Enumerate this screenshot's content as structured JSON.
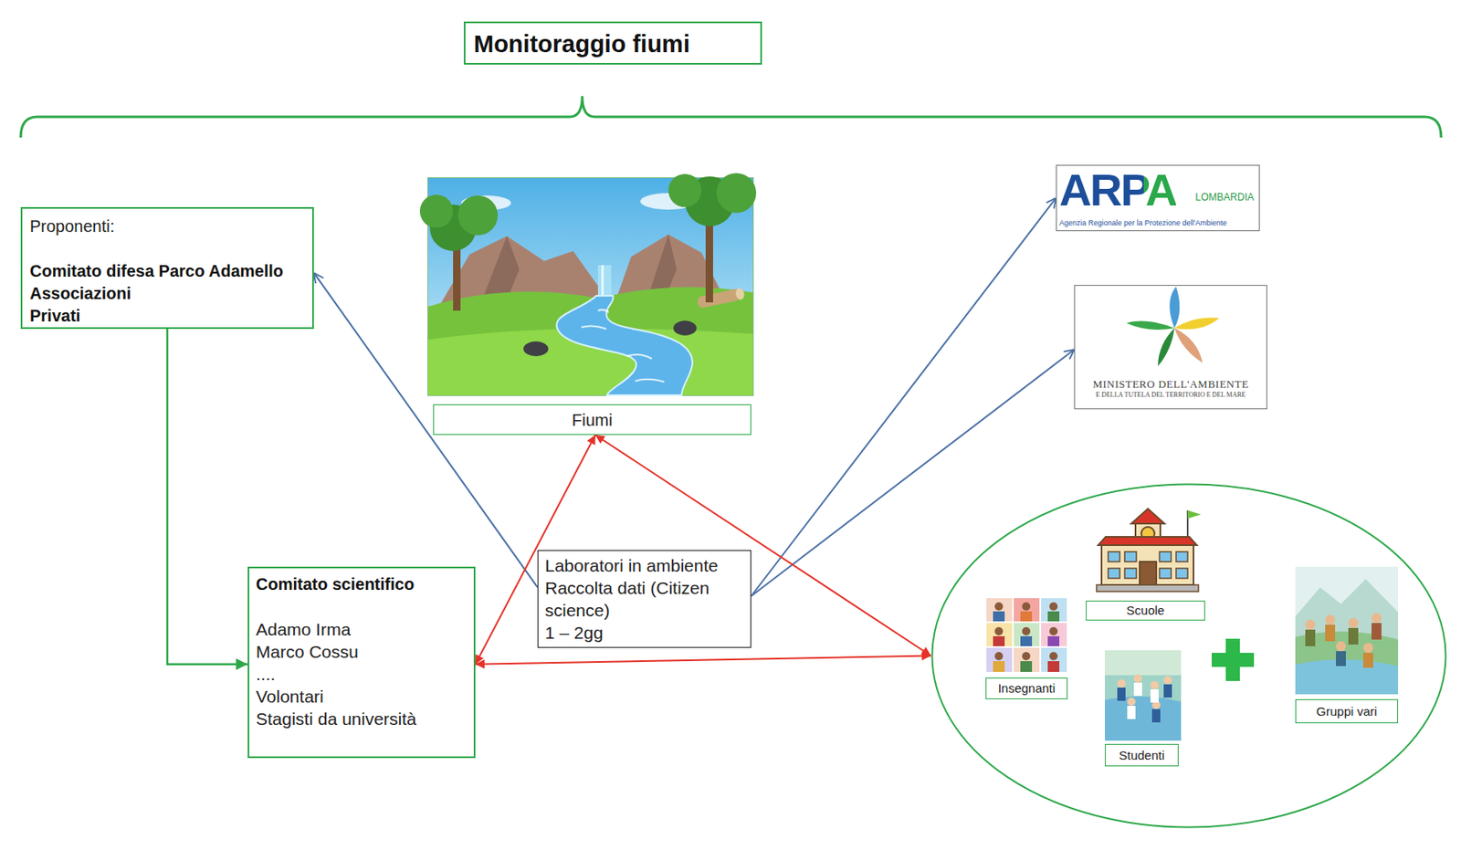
{
  "diagram": {
    "title": "Monitoraggio fiumi",
    "nodes": [
      {
        "text": [
          "Proponenti:",
          "Comitato difesa Parco Adamello",
          "Associazioni",
          "Privati"
        ]
      },
      {
        "text": [
          "Fiumi"
        ]
      },
      {
        "text": [
          "ARPA",
          "LOMBARDIA",
          "Agenzia Regionale per la Protezione dell'Ambiente"
        ]
      },
      {
        "text": [
          "MINISTERO DELL'AMBIENTE",
          "E DELLA TUTELA DEL TERRITORIO E DEL MARE"
        ]
      },
      {
        "text": [
          "Laboratori in ambiente",
          "Raccolta dati (Citizen science)",
          "1 – 2gg"
        ]
      },
      {
        "text": [
          "Comitato scientifico",
          "Adamo Irma",
          "Marco Cossu",
          "....",
          "Volontari",
          "Stagisti da università"
        ]
      },
      {
        "text": []
      },
      {
        "text": [
          "Scuole"
        ],
        "in": 6
      },
      {
        "text": [
          "Insegnanti"
        ],
        "in": 6
      },
      {
        "text": [
          "Studenti"
        ],
        "in": 6
      },
      {
        "text": [
          "Gruppi vari"
        ],
        "in": 6
      }
    ],
    "edges": [
      {
        "from": 0,
        "to": 5,
        "arrow": "to"
      },
      {
        "from": 4,
        "to": 0,
        "arrow": "to"
      },
      {
        "from": 4,
        "to": 2,
        "arrow": "to"
      },
      {
        "from": 4,
        "to": 3,
        "arrow": "to"
      },
      {
        "from": 5,
        "to": 1,
        "arrow": "both"
      },
      {
        "from": 1,
        "to": 6,
        "arrow": "both"
      },
      {
        "from": 5,
        "to": 6,
        "arrow": "both"
      }
    ]
  }
}
